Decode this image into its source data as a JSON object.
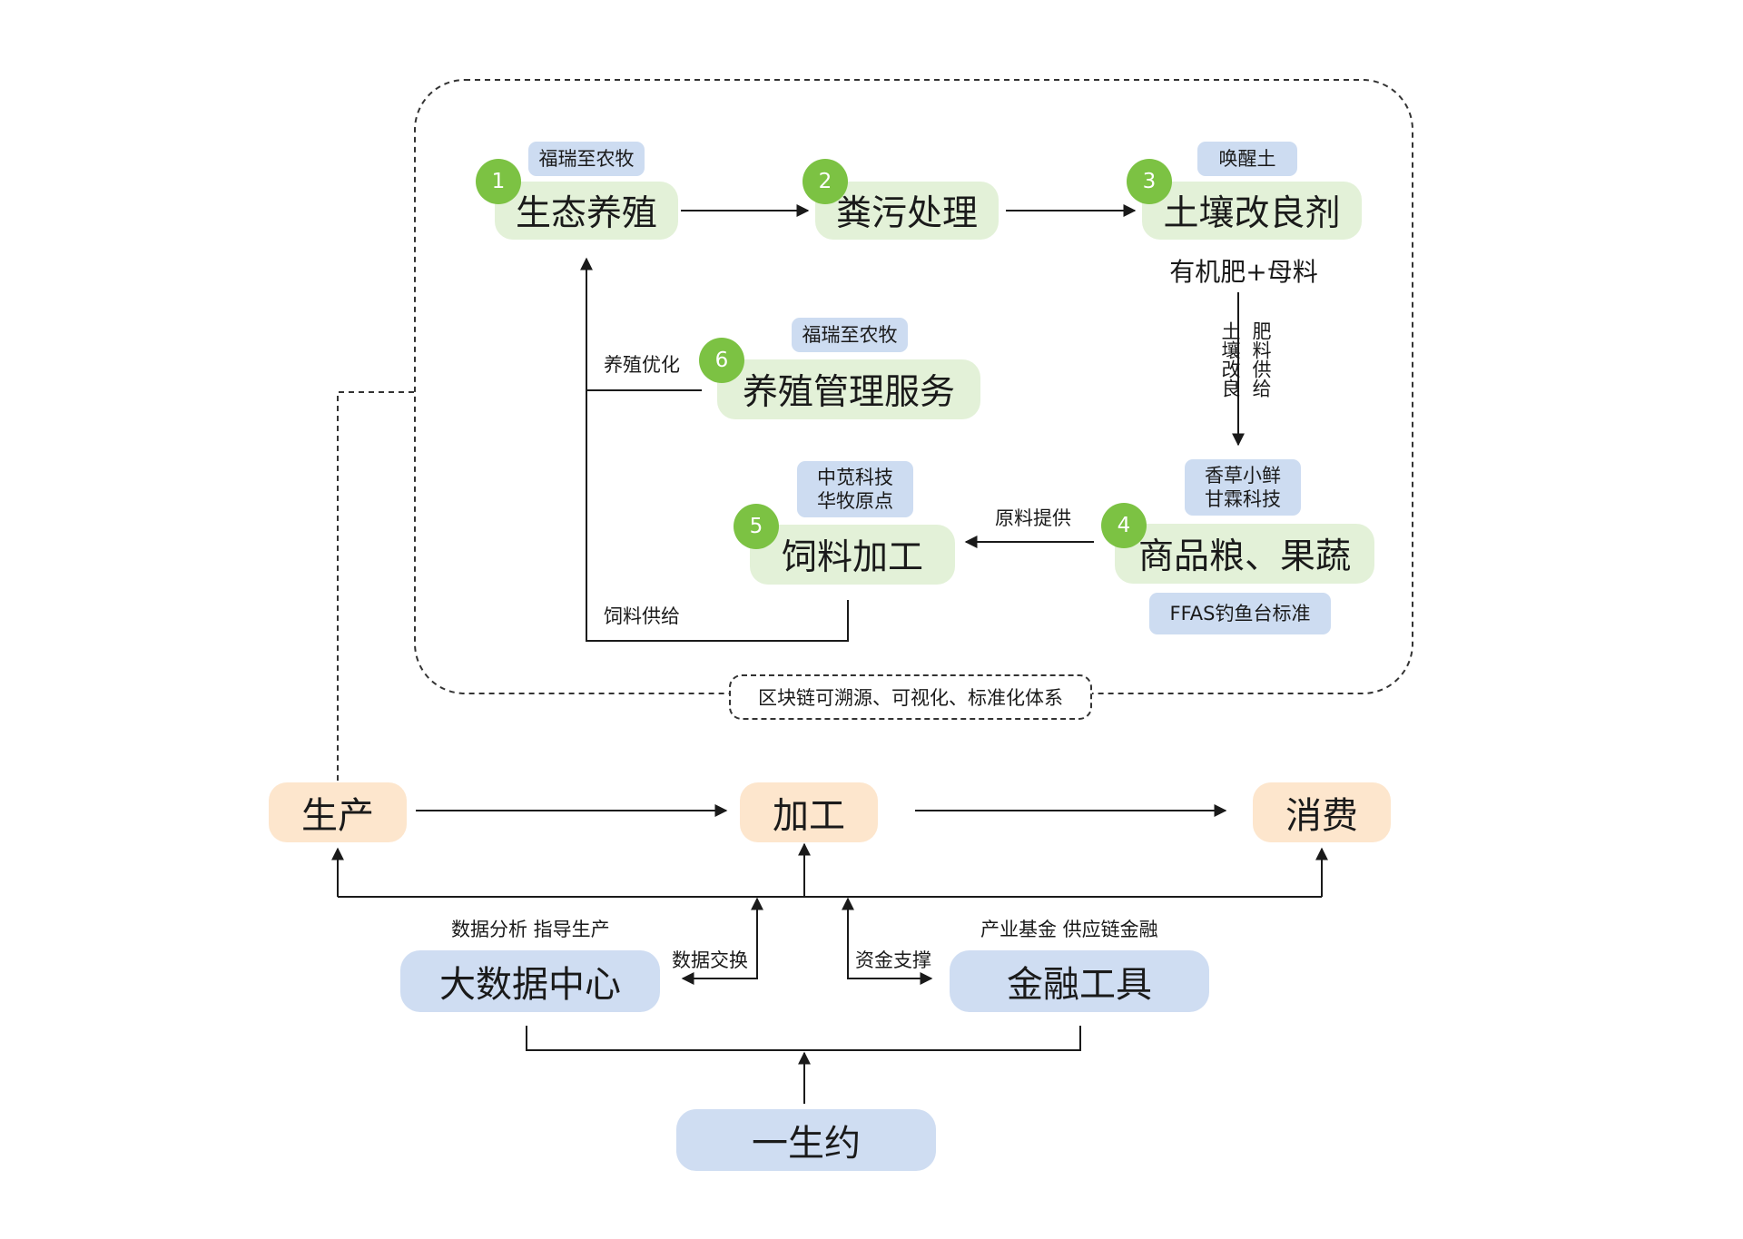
{
  "nodes": {
    "n1": {
      "num": "1",
      "label": "生态养殖",
      "tag": "福瑞至农牧"
    },
    "n2": {
      "num": "2",
      "label": "粪污处理"
    },
    "n3": {
      "num": "3",
      "label": "土壤改良剂",
      "tag": "唤醒土",
      "sub": "有机肥+母料"
    },
    "n4": {
      "num": "4",
      "label": "商品粮、果蔬",
      "tag_line1": "香草小鲜",
      "tag_line2": "甘霖科技",
      "tag_below": "FFAS钓鱼台标准"
    },
    "n5": {
      "num": "5",
      "label": "饲料加工",
      "tag_line1": "中苋科技",
      "tag_line2": "华牧原点"
    },
    "n6": {
      "num": "6",
      "label": "养殖管理服务",
      "tag": "福瑞至农牧"
    }
  },
  "edge_labels": {
    "soil_improve": "土壤改良",
    "fertilizer_supply": "肥料供给",
    "raw_material": "原料提供",
    "breeding_opt": "养殖优化",
    "feed_supply": "饲料供给",
    "data_exchange": "数据交换",
    "fund_support": "资金支撑"
  },
  "blockchain_box": "区块链可溯源、可视化、标准化体系",
  "chain": {
    "production": "生产",
    "processing": "加工",
    "consumption": "消费"
  },
  "bottom": {
    "bigdata": "大数据中心",
    "bigdata_caption": "数据分析 指导生产",
    "finance": "金融工具",
    "finance_caption": "产业基金 供应链金融",
    "root": "一生约"
  },
  "colors": {
    "green_node": "#e3f1d8",
    "badge_green": "#7cc243",
    "peach_node": "#fde6cd",
    "blue_node": "#cfddf2",
    "line": "#1a1a1a"
  }
}
